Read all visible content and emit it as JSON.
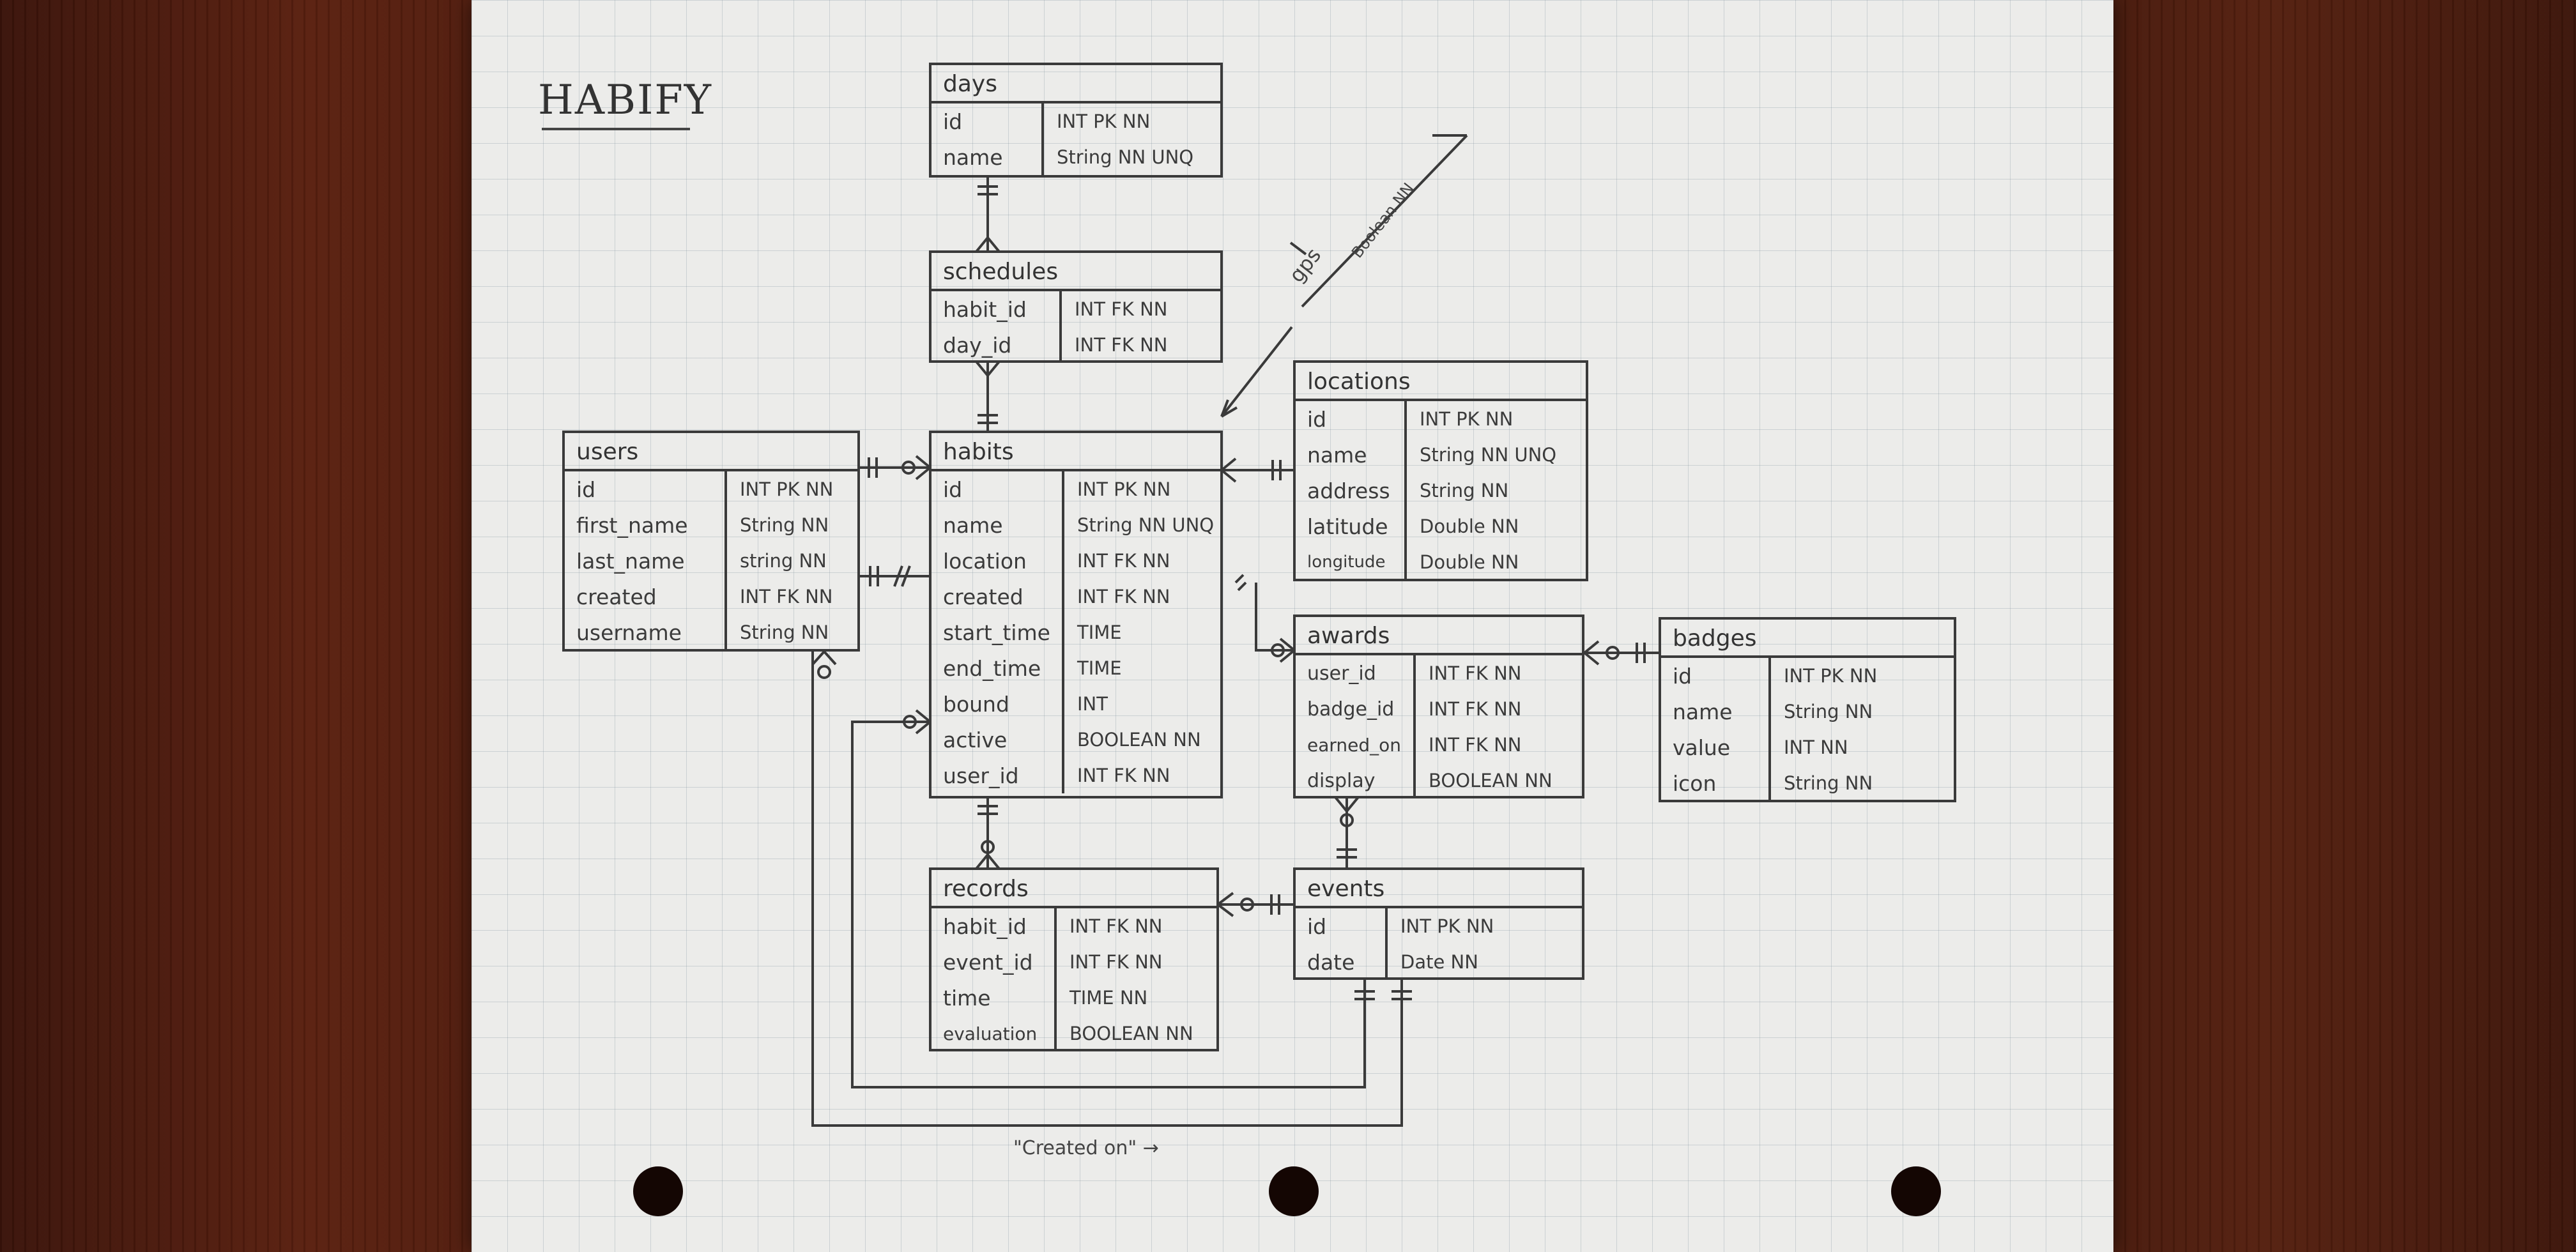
{
  "title": "HABIFY",
  "entities": {
    "days": {
      "name": "days",
      "attrs": [
        {
          "name": "id",
          "type": "INT PK NN"
        },
        {
          "name": "name",
          "type": "String NN UNQ"
        }
      ]
    },
    "schedules": {
      "name": "schedules",
      "attrs": [
        {
          "name": "habit_id",
          "type": "INT FK NN"
        },
        {
          "name": "day_id",
          "type": "INT FK NN"
        }
      ]
    },
    "users": {
      "name": "users",
      "attrs": [
        {
          "name": "id",
          "type": "INT PK NN"
        },
        {
          "name": "first_name",
          "type": "String NN"
        },
        {
          "name": "last_name",
          "type": "string NN"
        },
        {
          "name": "created",
          "type": "INT FK NN"
        },
        {
          "name": "username",
          "type": "String NN"
        }
      ]
    },
    "habits": {
      "name": "habits",
      "attrs": [
        {
          "name": "id",
          "type": "INT PK NN"
        },
        {
          "name": "name",
          "type": "String NN UNQ"
        },
        {
          "name": "location",
          "type": "INT FK NN"
        },
        {
          "name": "created",
          "type": "INT FK NN"
        },
        {
          "name": "start_time",
          "type": "TIME"
        },
        {
          "name": "end_time",
          "type": "TIME"
        },
        {
          "name": "bound",
          "type": "INT"
        },
        {
          "name": "active",
          "type": "BOOLEAN NN"
        },
        {
          "name": "user_id",
          "type": "INT FK NN"
        }
      ]
    },
    "locations": {
      "name": "locations",
      "attrs": [
        {
          "name": "id",
          "type": "INT PK NN"
        },
        {
          "name": "name",
          "type": "String NN UNQ"
        },
        {
          "name": "address",
          "type": "String NN"
        },
        {
          "name": "latitude",
          "type": "Double NN"
        },
        {
          "name": "longitude",
          "type": "Double NN"
        }
      ]
    },
    "awards": {
      "name": "awards",
      "attrs": [
        {
          "name": "user_id",
          "type": "INT FK NN"
        },
        {
          "name": "badge_id",
          "type": "INT FK NN"
        },
        {
          "name": "earned_on",
          "type": "INT FK NN"
        },
        {
          "name": "display",
          "type": "BOOLEAN NN"
        }
      ]
    },
    "badges": {
      "name": "badges",
      "attrs": [
        {
          "name": "id",
          "type": "INT PK NN"
        },
        {
          "name": "name",
          "type": "String NN"
        },
        {
          "name": "value",
          "type": "INT NN"
        },
        {
          "name": "icon",
          "type": "String NN"
        }
      ]
    },
    "records": {
      "name": "records",
      "attrs": [
        {
          "name": "habit_id",
          "type": "INT FK NN"
        },
        {
          "name": "event_id",
          "type": "INT FK NN"
        },
        {
          "name": "time",
          "type": "TIME NN"
        },
        {
          "name": "evaluation",
          "type": "BOOLEAN NN"
        }
      ]
    },
    "events": {
      "name": "events",
      "attrs": [
        {
          "name": "id",
          "type": "INT PK NN"
        },
        {
          "name": "date",
          "type": "Date NN"
        }
      ]
    }
  },
  "annotations": {
    "gps_field": "gps",
    "gps_type": "Boolean NN",
    "created_on": "\"Created on\" →"
  },
  "colors": {
    "paper": "#ececea",
    "ink": "#3a3a3a",
    "wood": "#4a1a0c"
  }
}
